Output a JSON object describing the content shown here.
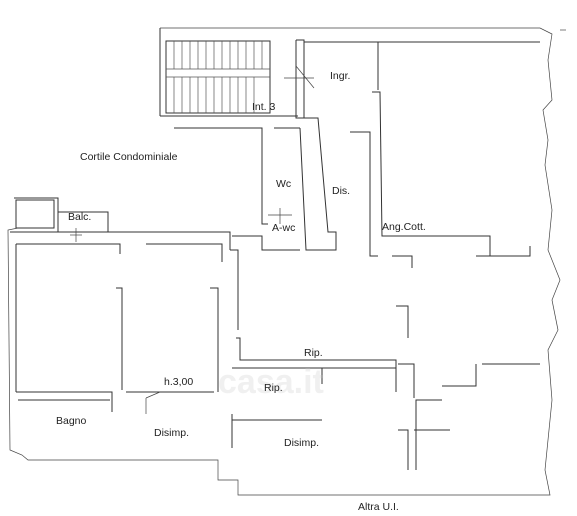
{
  "labels": {
    "ingr": "Ingr.",
    "int3": "Int. 3",
    "cortile": "Cortile Condominiale",
    "wc": "Wc",
    "dis": "Dis.",
    "awc": "A-wc",
    "angcott": "Ang.Cott.",
    "balc": "Balc.",
    "rip_top": "Rip.",
    "h300": "h.3,00",
    "rip_low": "Rip.",
    "bagno": "Bagno",
    "disimp_left": "Disimp.",
    "disimp_center": "Disimp.",
    "altra": "Altra U.I."
  },
  "watermark": "casa.it"
}
